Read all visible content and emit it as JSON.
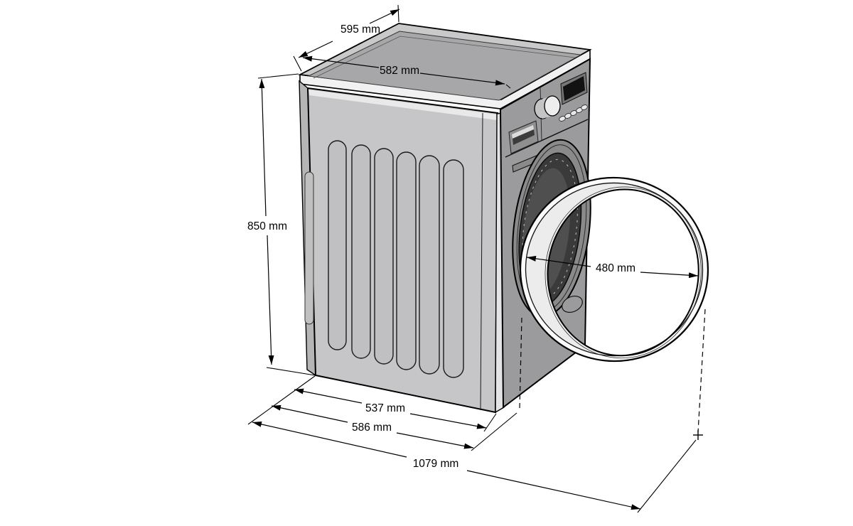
{
  "diagram": {
    "subject": "front-load washing machine, isometric technical drawing, door open",
    "background_color": "#ffffff",
    "line_color": "#000000",
    "unit": "mm"
  },
  "dimensions": {
    "top_width": {
      "label": "595 mm",
      "value": 595,
      "unit": "mm"
    },
    "top_depth": {
      "label": "582 mm",
      "value": 582,
      "unit": "mm"
    },
    "height": {
      "label": "850 mm",
      "value": 850,
      "unit": "mm"
    },
    "door_diameter": {
      "label": "480  mm",
      "value": 480,
      "unit": "mm"
    },
    "base_inner_depth": {
      "label": "537 mm",
      "value": 537,
      "unit": "mm"
    },
    "base_depth": {
      "label": "586 mm",
      "value": 586,
      "unit": "mm"
    },
    "depth_door_open": {
      "label": "1079 mm",
      "value": 1079,
      "unit": "mm"
    }
  },
  "colors": {
    "side_panel": "#c6c6c8",
    "front_panel": "#9b9b9d",
    "top_inner": "#a7a7a9",
    "top_rim": "#c9c9c9",
    "edge_band": "#f1f1f1",
    "door_ring": "#ececec",
    "porthole_dark": "#3a3a3a",
    "display": "#121212"
  }
}
